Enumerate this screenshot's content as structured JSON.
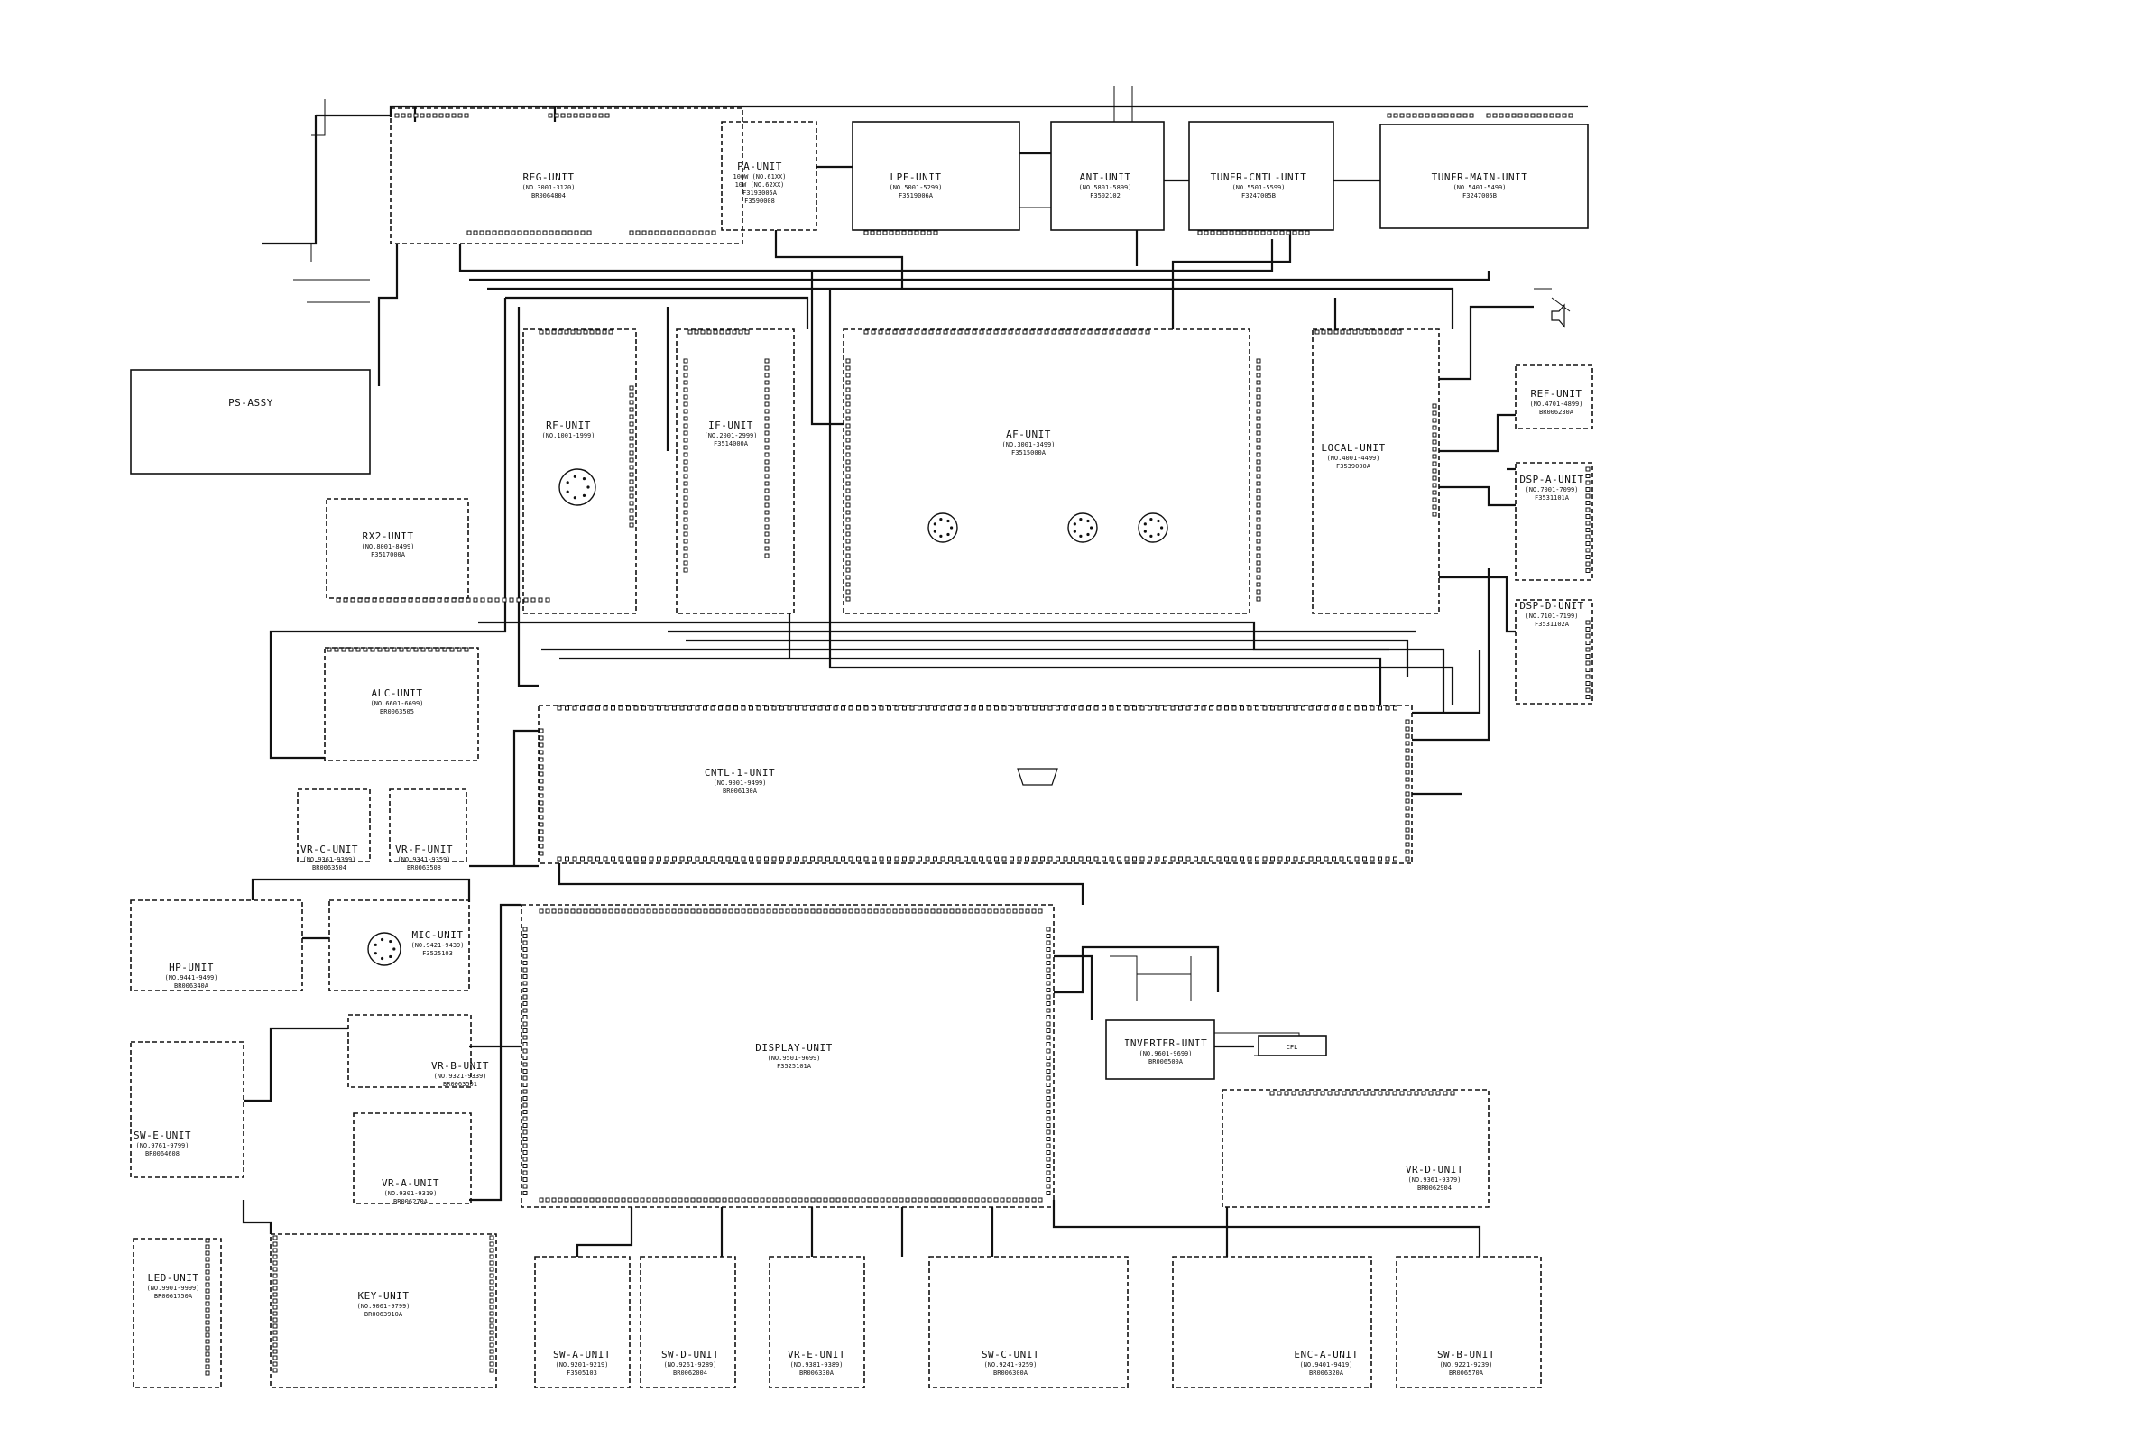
{
  "units": [
    {
      "id": "reg",
      "name": "REG-UNIT",
      "range": "(NO.3001-3120)",
      "part": "BR0064804"
    },
    {
      "id": "pa",
      "name": "PA-UNIT",
      "range": "100W (NO.61XX)",
      "range2": "10W (NO.62XX)",
      "part": "F3193005A",
      "part2": "F3590008"
    },
    {
      "id": "lpf",
      "name": "LPF-UNIT",
      "range": "(NO.5001-5299)",
      "part": "F3519006A"
    },
    {
      "id": "ant",
      "name": "ANT-UNIT",
      "range": "(NO.5801-5899)",
      "part": "F3502102"
    },
    {
      "id": "tunercntl",
      "name": "TUNER-CNTL-UNIT",
      "range": "(NO.5501-5599)",
      "part": "F3247005B"
    },
    {
      "id": "tunermain",
      "name": "TUNER-MAIN-UNIT",
      "range": "(NO.5401-5499)",
      "part": "F3247005B"
    },
    {
      "id": "ps",
      "name": "PS-ASSY"
    },
    {
      "id": "rf",
      "name": "RF-UNIT",
      "range": "(NO.1001-1999)"
    },
    {
      "id": "if",
      "name": "IF-UNIT",
      "range": "(NO.2001-2999)",
      "part": "F3514000A"
    },
    {
      "id": "af",
      "name": "AF-UNIT",
      "range": "(NO.3001-3499)",
      "part": "F3515000A"
    },
    {
      "id": "local",
      "name": "LOCAL-UNIT",
      "range": "(NO.4001-4499)",
      "part": "F3539000A"
    },
    {
      "id": "ref",
      "name": "REF-UNIT",
      "range": "(NO.4701-4899)",
      "part": "BR006230A"
    },
    {
      "id": "dspa",
      "name": "DSP-A-UNIT",
      "range": "(NO.7001-7099)",
      "part": "F3531101A"
    },
    {
      "id": "dspd",
      "name": "DSP-D-UNIT",
      "range": "(NO.7101-7199)",
      "part": "F3531102A"
    },
    {
      "id": "rx2",
      "name": "RX2-UNIT",
      "range": "(NO.8001-8499)",
      "part": "F3517000A"
    },
    {
      "id": "alc",
      "name": "ALC-UNIT",
      "range": "(NO.6601-6699)",
      "part": "BR0063505"
    },
    {
      "id": "cntl1",
      "name": "CNTL-1-UNIT",
      "range": "(NO.9001-9499)",
      "part": "BR006130A"
    },
    {
      "id": "vrc",
      "name": "VR-C-UNIT",
      "range": "(NO.9361-9399)",
      "part": "BR0063504"
    },
    {
      "id": "vrf",
      "name": "VR-F-UNIT",
      "range": "(NO.9341-9359)",
      "part": "BR0063508"
    },
    {
      "id": "hp",
      "name": "HP-UNIT",
      "range": "(NO.9441-9499)",
      "part": "BR006340A"
    },
    {
      "id": "mic",
      "name": "MIC-UNIT",
      "range": "(NO.9421-9439)",
      "part": "F3525103"
    },
    {
      "id": "vrb",
      "name": "VR-B-UNIT",
      "range": "(NO.9321-9339)",
      "part": "BR0063501"
    },
    {
      "id": "display",
      "name": "DISPLAY-UNIT",
      "range": "(NO.9501-9699)",
      "part": "F3525101A"
    },
    {
      "id": "inverter",
      "name": "INVERTER-UNIT",
      "range": "(NO.9601-9699)",
      "part": "BR006500A"
    },
    {
      "id": "swe",
      "name": "SW-E-UNIT",
      "range": "(NO.9761-9799)",
      "part": "BR0064608"
    },
    {
      "id": "vra",
      "name": "VR-A-UNIT",
      "range": "(NO.9301-9319)",
      "part": "BR006270A"
    },
    {
      "id": "vrd",
      "name": "VR-D-UNIT",
      "range": "(NO.9361-9379)",
      "part": "BR0062904"
    },
    {
      "id": "led",
      "name": "LED-UNIT",
      "range": "(NO.9901-9999)",
      "part": "BR0061750A"
    },
    {
      "id": "key",
      "name": "KEY-UNIT",
      "range": "(NO.9001-9799)",
      "part": "BR0063910A"
    },
    {
      "id": "swa",
      "name": "SW-A-UNIT",
      "range": "(NO.9201-9219)",
      "part": "F3505103"
    },
    {
      "id": "swd",
      "name": "SW-D-UNIT",
      "range": "(NO.9261-9289)",
      "part": "BR0062004"
    },
    {
      "id": "vre",
      "name": "VR-E-UNIT",
      "range": "(NO.9381-9389)",
      "part": "BR006330A"
    },
    {
      "id": "swc",
      "name": "SW-C-UNIT",
      "range": "(NO.9241-9259)",
      "part": "BR006300A"
    },
    {
      "id": "enca",
      "name": "ENC-A-UNIT",
      "range": "(NO.9401-9419)",
      "part": "BR006320A"
    },
    {
      "id": "swb",
      "name": "SW-B-UNIT",
      "range": "(NO.9221-9239)",
      "part": "BR006570A"
    }
  ],
  "labels": {
    "cfl": "CFL"
  },
  "colors": {
    "ink": "#111111",
    "paper": "#ffffff"
  }
}
